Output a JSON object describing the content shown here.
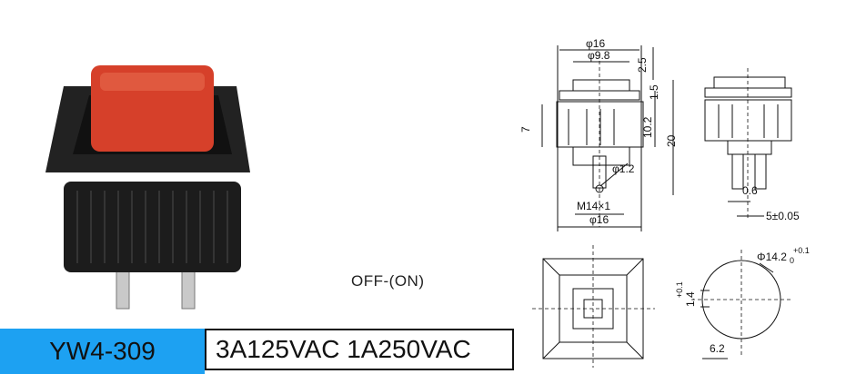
{
  "product": {
    "model": "YW4-309",
    "rating": "3A125VAC 1A250VAC",
    "mode": "OFF-(ON)",
    "colors": {
      "cap": "#d6402a",
      "body": "#1c1c1c",
      "model_bg": "#1da1f2"
    }
  },
  "drawing": {
    "phi16_top": "φ16",
    "phi9_8": "φ9.8",
    "dim_2_5": "2.5",
    "dim_1_5": "1.5",
    "dim_7": "7",
    "dim_10_2": "10.2",
    "dim_20": "20",
    "phi1_2": "φ1.2",
    "m14": "M14×1",
    "phi16_bottom": "φ16",
    "dim_0_6": "0.6",
    "dim_5": "5±0.05",
    "phi14_2": "Φ14.2",
    "phi14_2_tol": "+0.1",
    "phi14_2_tol2": "0",
    "dim_1_4": "1.4",
    "dim_1_4_tol": "+0.1",
    "dim_6_2": "6.2"
  }
}
